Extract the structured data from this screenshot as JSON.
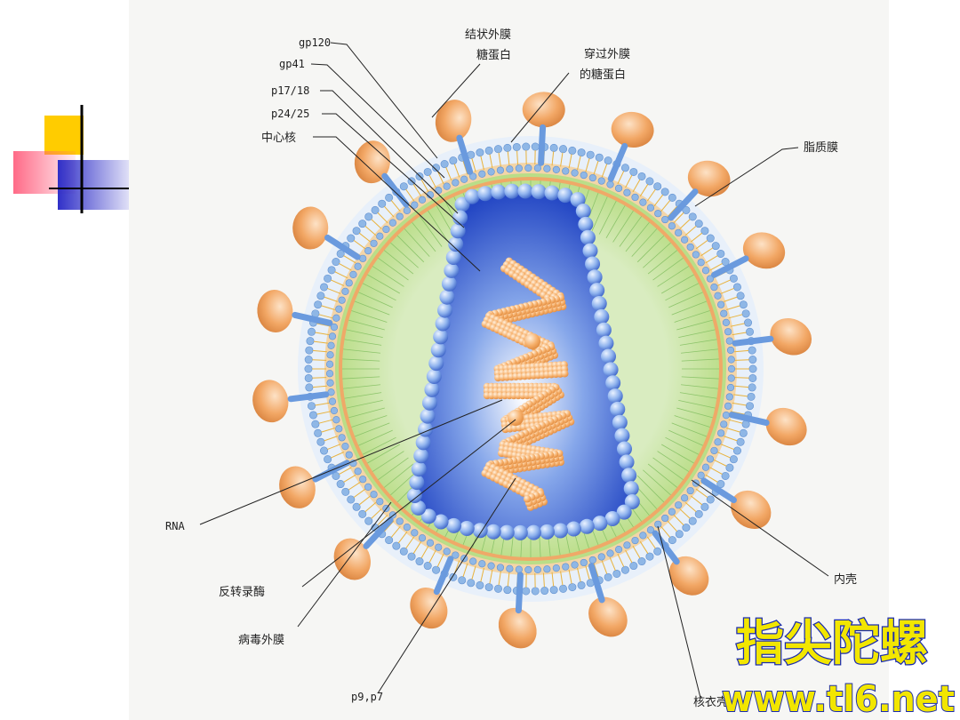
{
  "labels": {
    "gp120": "gp120",
    "gp41": "gp41",
    "p17_18": "p17/18",
    "p24_25": "p24/25",
    "core": "中心核",
    "knob_glycoprotein_1": "结状外膜",
    "knob_glycoprotein_2": "糖蛋白",
    "transmembrane_1": "穿过外膜",
    "transmembrane_2": "的糖蛋白",
    "lipid_membrane": "脂质膜",
    "rna": "RNA",
    "reverse_transcriptase": "反转录酶",
    "viral_envelope": "病毒外膜",
    "p9_p7": "p9,p7",
    "inner_shell": "内壳",
    "nucleocapsid": "核衣壳"
  },
  "watermark": {
    "text": "指尖陀螺",
    "url": "www.tl6.net",
    "color": "#f2e600",
    "outline": "#1a2bb0"
  },
  "colors": {
    "knob": "#f2a765",
    "lipid_head": "#8fb7e6",
    "matrix": "#b9dd86",
    "capsid": "#2447c4",
    "rna": "#f3a35c"
  }
}
